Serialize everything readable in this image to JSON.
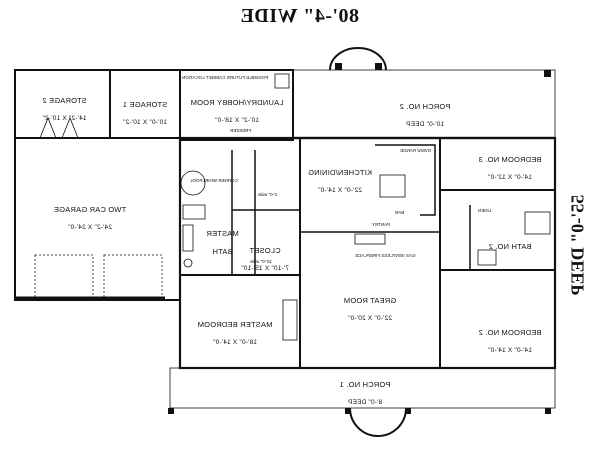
{
  "title": "80'-4\" WIDE",
  "depth": "55'-0\" DEEP",
  "rooms": {
    "storage2": {
      "name": "STORAGE 2",
      "dims": "14'-2\" X 10'-2\""
    },
    "storage1": {
      "name": "STORAGE 1",
      "dims": "10'-0\" X 10'-2\""
    },
    "laundry": {
      "name": "LAUNDRY/HOBBY ROOM",
      "dims": "10'-2\" X 18'-0\""
    },
    "porch2": {
      "name": "PORCH NO. 2",
      "dims": "10'-0\" DEEP"
    },
    "garage": {
      "name": "TWO CAR GARAGE",
      "dims": "24'-2\" X 24'-0\""
    },
    "kitchen": {
      "name": "KITCHEN/DINING",
      "dims": "22'-0\" X 14'-0\""
    },
    "bed3": {
      "name": "BEDROOM NO. 3",
      "dims": "14'-0\" X 12'-0\""
    },
    "masterbath": {
      "name": "MASTER",
      "name2": "BATH"
    },
    "closet": {
      "name": "CLOSET",
      "dims": "7'-10\" X 15'-10\""
    },
    "bath2": {
      "name": "BATH NO. 2"
    },
    "great": {
      "name": "GREAT ROOM",
      "dims": "22'-0\" X 20'-0\""
    },
    "masterbed": {
      "name": "MASTER BEDROOM",
      "dims": "18'-0\" X 14'-0\""
    },
    "bed2": {
      "name": "BEDROOM NO. 2",
      "dims": "14'-0\" X 14'-0\""
    },
    "porch1": {
      "name": "PORCH NO. 1",
      "dims": "8'-0\" DEEP"
    }
  },
  "notes": {
    "freezer": "FREEZER",
    "pantry": "PANTRY",
    "linen": "LINEN",
    "wide": "2'-0\" wide",
    "wide2": "10'-0\" wide",
    "gasvent": "GAS VENTLESS FIREPLACE",
    "cornerwhirl": "CORNER WHIRLPOOL",
    "cabinet": "POSSIBLE FUTURE CABINET LOCATION",
    "ovenrange": "OVEN/ RANGE",
    "bar": "BAR"
  }
}
